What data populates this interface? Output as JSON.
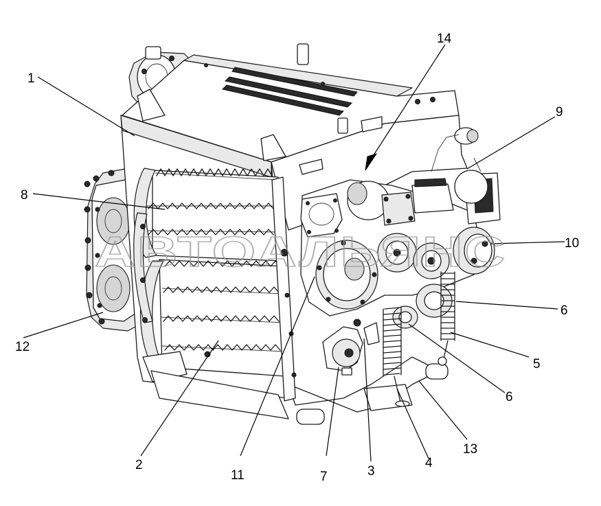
{
  "watermark": "АВТОАЛЬЯНС",
  "callouts": [
    {
      "id": "1",
      "label": "1"
    },
    {
      "id": "2",
      "label": "2"
    },
    {
      "id": "3",
      "label": "3"
    },
    {
      "id": "4",
      "label": "4"
    },
    {
      "id": "5",
      "label": "5"
    },
    {
      "id": "6a",
      "label": "6"
    },
    {
      "id": "6b",
      "label": "6"
    },
    {
      "id": "7",
      "label": "7"
    },
    {
      "id": "8",
      "label": "8"
    },
    {
      "id": "9",
      "label": "9"
    },
    {
      "id": "10",
      "label": "10"
    },
    {
      "id": "11",
      "label": "11"
    },
    {
      "id": "12",
      "label": "12"
    },
    {
      "id": "13",
      "label": "13"
    },
    {
      "id": "14",
      "label": "14"
    }
  ]
}
